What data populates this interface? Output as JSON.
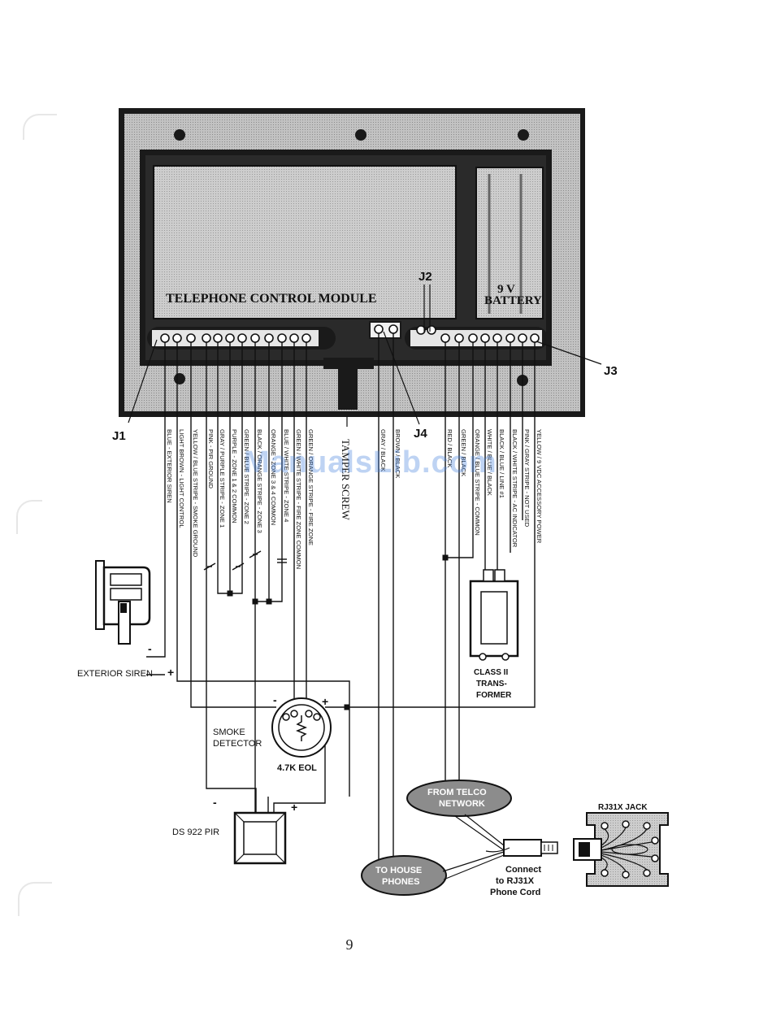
{
  "module": {
    "title": "TELEPHONE CONTROL MODULE",
    "battery_line1": "9 V",
    "battery_line2": "BATTERY"
  },
  "connectors": {
    "j1": "J1",
    "j2": "J2",
    "j3": "J3",
    "j4": "J4"
  },
  "tamper": "TAMPER SCREW",
  "j1_wires": [
    "BLUE - EXTERIOR SIREN",
    "LIGHT BROWN - LIGHT CONTROL",
    "YELLOW / BLUE STRIPE - SMOKE GROUND",
    "PINK - PIR GROUND",
    "GRAY / PURPLE STRIPE - ZONE 1",
    "PURPLE - ZONE 1 & 2 COMMON",
    "GREEN / BLUE STRIPE - ZONE 2",
    "BLACK / ORANGE STRIPE - ZONE 3",
    "ORANGE - ZONE 3 & 4 COMMON",
    "BLUE / WHITE STRIPE - ZONE 4",
    "GREEN / WHITE STRIPE - FIRE ZONE COMMON",
    "GREEN / ORANGE STRIPE - FIRE ZONE"
  ],
  "j4_wires": [
    "GRAY / BLACK",
    "BROWN / BLACK"
  ],
  "j3_wires": [
    "RED / BLACK",
    "GREEN / BLACK",
    "ORANGE / BLUE STRIPE - COMMON",
    "WHITE / BLUE / BLACK",
    "BLACK / BLUE / LINE #1",
    "BLACK / WHITE STRIPE - AC INDICATOR",
    "PINK / GRAY STRIPE - NOT USED",
    "YELLOW / 9 VDC ACCESSORY POWER"
  ],
  "devices": {
    "siren_label": "EXTERIOR SIREN",
    "siren_plus": "+",
    "siren_minus": "-",
    "smoke_line1": "SMOKE",
    "smoke_line2": "DETECTOR",
    "smoke_minus": "-",
    "smoke_plus": "+",
    "eol": "4.7K EOL",
    "pir_label": "DS 922 PIR",
    "pir_minus": "-",
    "pir_plus": "+",
    "transformer_1": "CLASS II",
    "transformer_2": "TRANS-",
    "transformer_3": "FORMER",
    "telco_1": "FROM TELCO",
    "telco_2": "NETWORK",
    "house_1": "TO HOUSE",
    "house_2": "PHONES",
    "connect_1": "Connect",
    "connect_2": "to RJ31X",
    "connect_3": "Phone Cord",
    "rj31x": "RJ31X JACK"
  },
  "watermark": "ManualsLib.com",
  "page_number": "9",
  "colors": {
    "ink": "#1a1a1a",
    "panel_fill": "#b8b8b8",
    "inner_fill": "#c4c4c4",
    "watermark": "#4682dc"
  }
}
